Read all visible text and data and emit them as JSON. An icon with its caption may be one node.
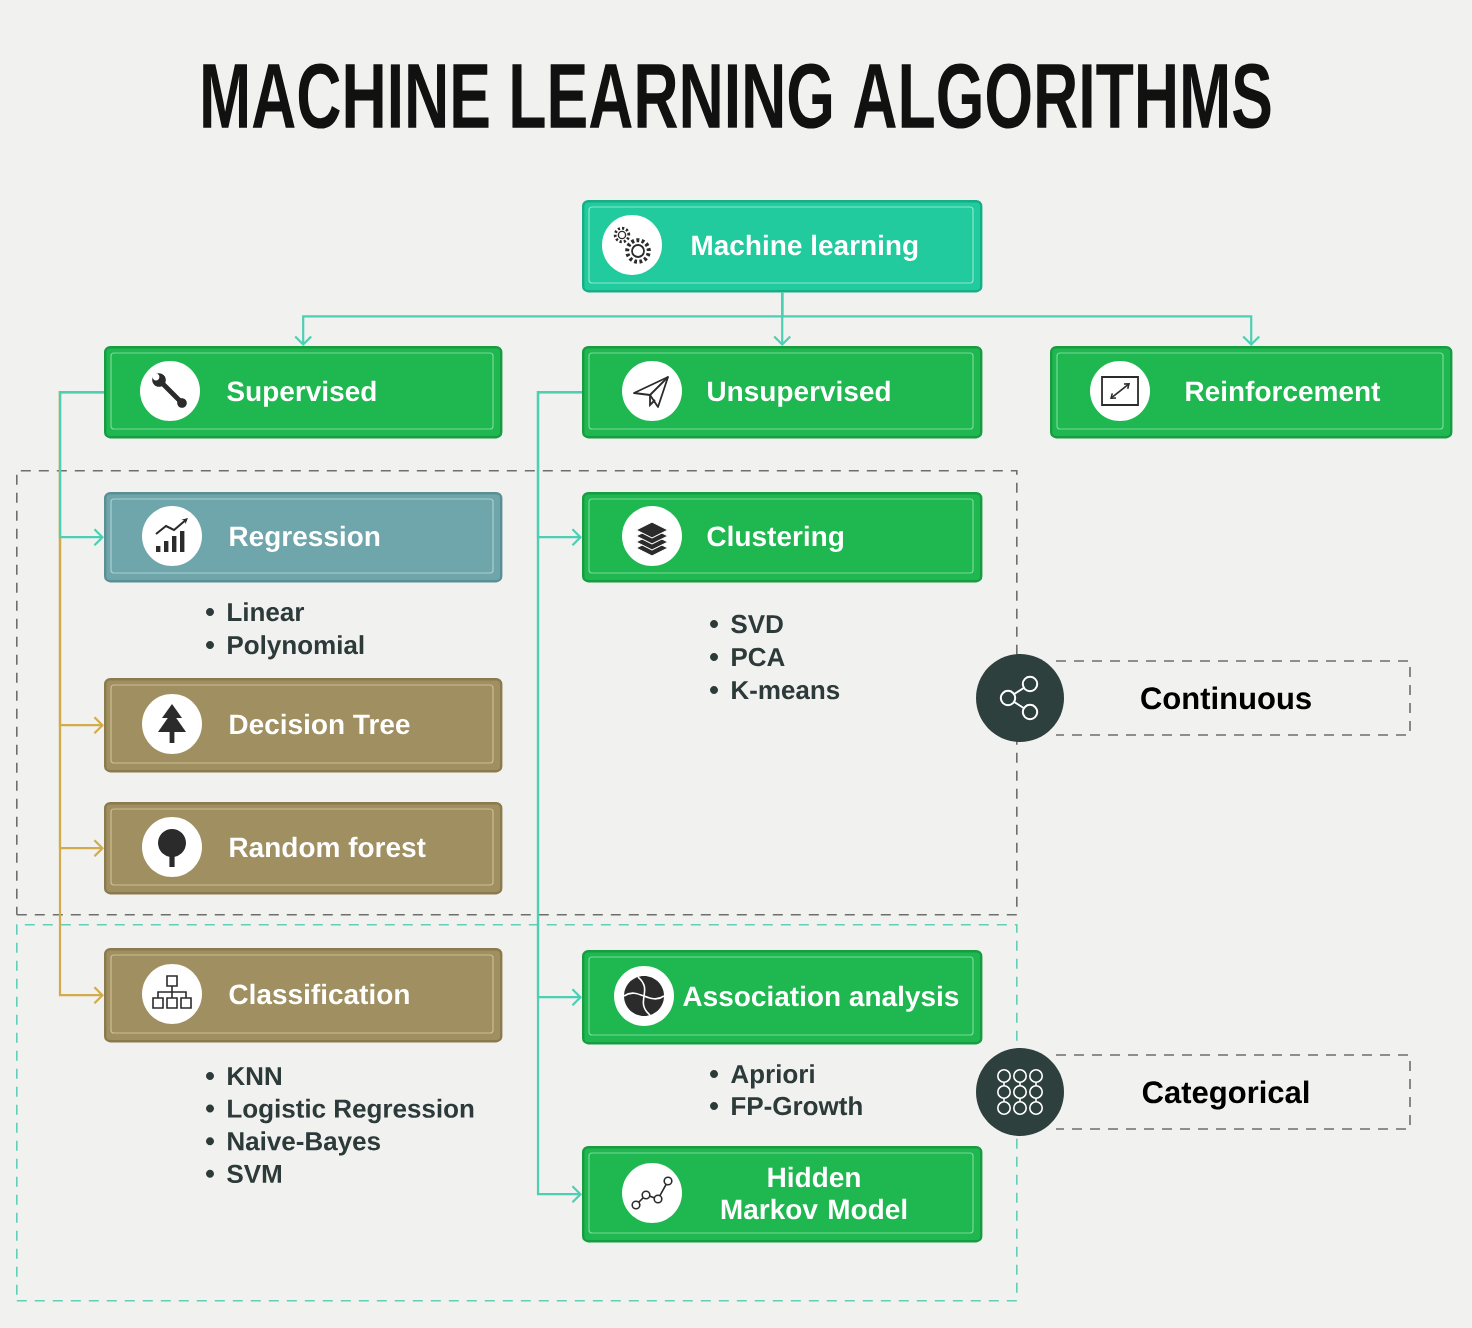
{
  "diagram": {
    "title": "MACHINE LEARNING ALGORITHMS",
    "nodes": [
      {
        "text": [
          "Machine learning"
        ]
      },
      {
        "text": [
          "Supervised"
        ]
      },
      {
        "text": [
          "Unsupervised"
        ]
      },
      {
        "text": [
          "Reinforcement"
        ]
      },
      {
        "text": [
          "Continuous"
        ]
      },
      {
        "text": [
          "Regression"
        ],
        "in": 4,
        "beside": [
          "Linear",
          "Polynomial"
        ]
      },
      {
        "text": [
          "Clustering"
        ],
        "in": 4,
        "beside": [
          "SVD",
          "PCA",
          "K-means"
        ]
      },
      {
        "text": [
          "Decision Tree"
        ],
        "in": 4
      },
      {
        "text": [
          "Random forest"
        ],
        "in": 4
      },
      {
        "text": [
          "Categorical"
        ]
      },
      {
        "text": [
          "Classification"
        ],
        "in": 9,
        "beside": [
          "KNN",
          "Logistic Regression",
          "Naive-Bayes",
          "SVM"
        ]
      },
      {
        "text": [
          "Association analysis"
        ],
        "in": 9,
        "beside": [
          "Apriori",
          "FP-Growth"
        ]
      },
      {
        "text": [
          "Hidden Markov Model"
        ],
        "in": 9
      }
    ],
    "edges": [
      {
        "from": 0,
        "to": 1,
        "arrow": "to"
      },
      {
        "from": 0,
        "to": 2,
        "arrow": "to"
      },
      {
        "from": 0,
        "to": 3,
        "arrow": "to"
      },
      {
        "from": 1,
        "to": 5,
        "arrow": "to"
      },
      {
        "from": 1,
        "to": 7,
        "arrow": "to",
        "color": "#d2ab4c"
      },
      {
        "from": 1,
        "to": 8,
        "arrow": "to",
        "color": "#d2ab4c"
      },
      {
        "from": 1,
        "to": 10,
        "arrow": "to",
        "color": "#d2ab4c"
      },
      {
        "from": 2,
        "to": 6,
        "arrow": "to"
      },
      {
        "from": 2,
        "to": 11,
        "arrow": "to"
      },
      {
        "from": 2,
        "to": 12,
        "arrow": "to"
      }
    ]
  }
}
